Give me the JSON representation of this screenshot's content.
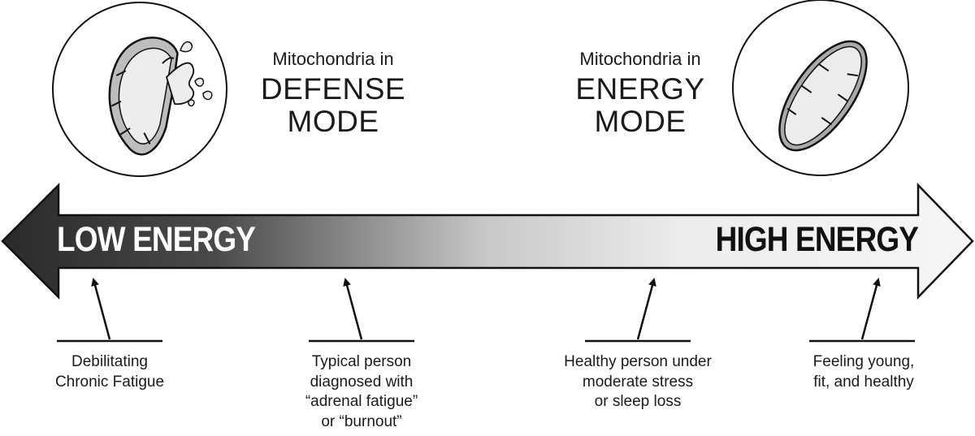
{
  "defense": {
    "line1": "Mitochondria in",
    "line2": "DEFENSE",
    "line3": "MODE"
  },
  "energy_mode": {
    "line1": "Mitochondria in",
    "line2": "ENERGY",
    "line3": "MODE"
  },
  "scale": {
    "low_label": "LOW ENERGY",
    "high_label": "HIGH ENERGY"
  },
  "captions": [
    {
      "lines": [
        "Debilitating",
        "Chronic Fatigue"
      ]
    },
    {
      "lines": [
        "Typical person",
        "diagnosed with",
        "“adrenal fatigue”",
        "or “burnout”"
      ]
    },
    {
      "lines": [
        "Healthy person under",
        "moderate stress",
        "or sleep loss"
      ]
    },
    {
      "lines": [
        "Feeling young,",
        "fit, and healthy"
      ]
    }
  ],
  "icons": {
    "left": "damaged-mitochondrion-icon",
    "right": "healthy-mitochondrion-icon"
  }
}
